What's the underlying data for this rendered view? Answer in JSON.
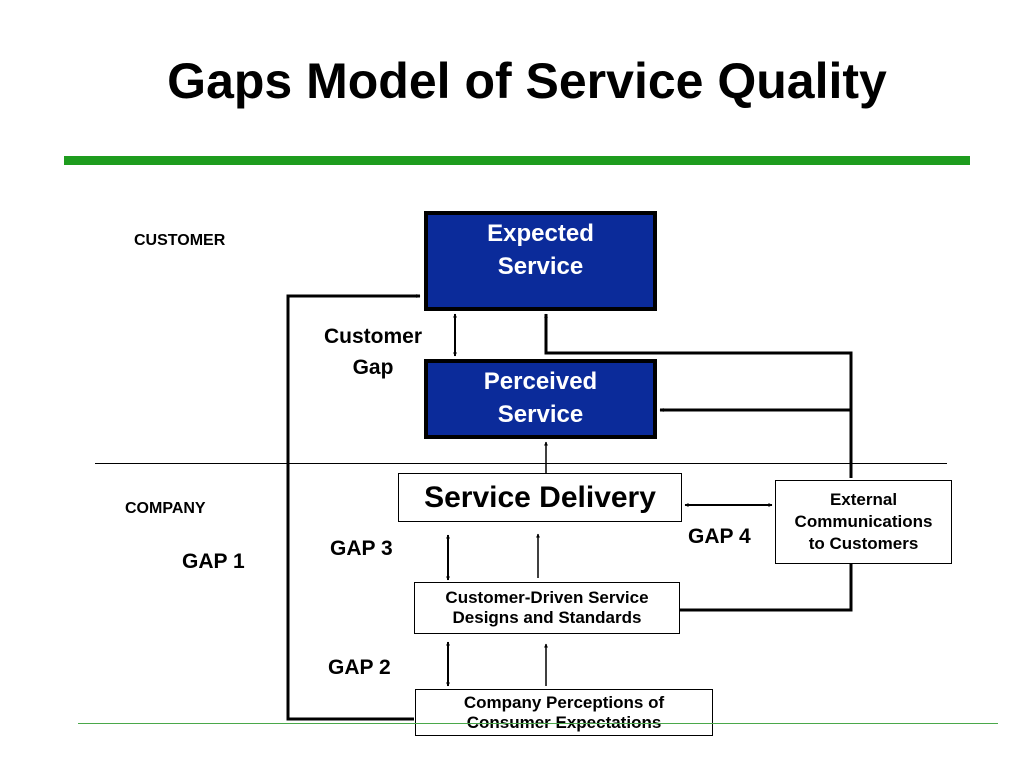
{
  "title": "Gaps Model of Service Quality",
  "sections": {
    "customer": "CUSTOMER",
    "company": "COMPANY"
  },
  "boxes": {
    "expected_service": "Expected\nService",
    "perceived_service": "Perceived\nService",
    "service_delivery": "Service Delivery",
    "external_communications": "External\nCommunications\nto Customers",
    "designs_standards": "Customer-Driven Service\nDesigns and Standards",
    "company_perceptions": "Company Perceptions of\nConsumer Expectations"
  },
  "gaps": {
    "customer_gap": "Customer\nGap",
    "gap1": "GAP 1",
    "gap2": "GAP 2",
    "gap3": "GAP 3",
    "gap4": "GAP 4"
  },
  "colors": {
    "accent_green": "#1e9c1e",
    "box_blue": "#0b2b9a"
  }
}
